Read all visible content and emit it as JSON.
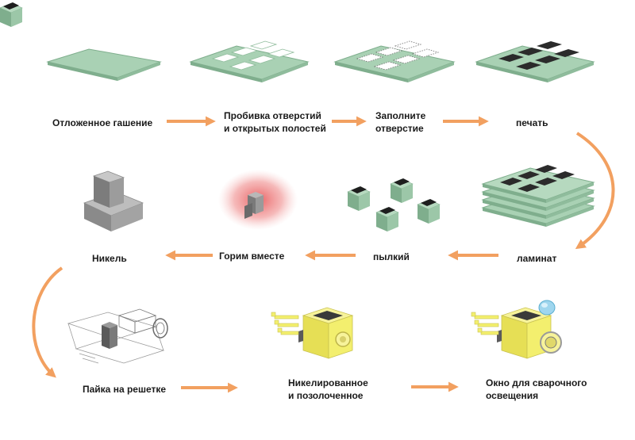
{
  "colors": {
    "arrow": "#f2a060",
    "sheet_top": "#a9d1b4",
    "sheet_side": "#7fae8d",
    "nickel": "#9a9a9a",
    "gold": "#f3ef6e",
    "glow": "#e8585a"
  },
  "steps": [
    {
      "id": "step-1",
      "lines": [
        "Отложенное гашение"
      ]
    },
    {
      "id": "step-2",
      "lines": [
        "Пробивка  отверстий",
        "и открытых полостей"
      ]
    },
    {
      "id": "step-3",
      "lines": [
        "Заполните",
        "отверстие"
      ]
    },
    {
      "id": "step-4",
      "lines": [
        "печать"
      ]
    },
    {
      "id": "step-5",
      "lines": [
        "ламинат"
      ]
    },
    {
      "id": "step-6",
      "lines": [
        "пылкий"
      ]
    },
    {
      "id": "step-7",
      "lines": [
        "Горим вместе"
      ]
    },
    {
      "id": "step-8",
      "lines": [
        "Никель"
      ]
    },
    {
      "id": "step-9",
      "lines": [
        "Пайка на решетке"
      ]
    },
    {
      "id": "step-10",
      "lines": [
        "Никелированное",
        "и позолоченное"
      ]
    },
    {
      "id": "step-11",
      "lines": [
        "Окно для сварочного",
        "освещения"
      ]
    }
  ]
}
